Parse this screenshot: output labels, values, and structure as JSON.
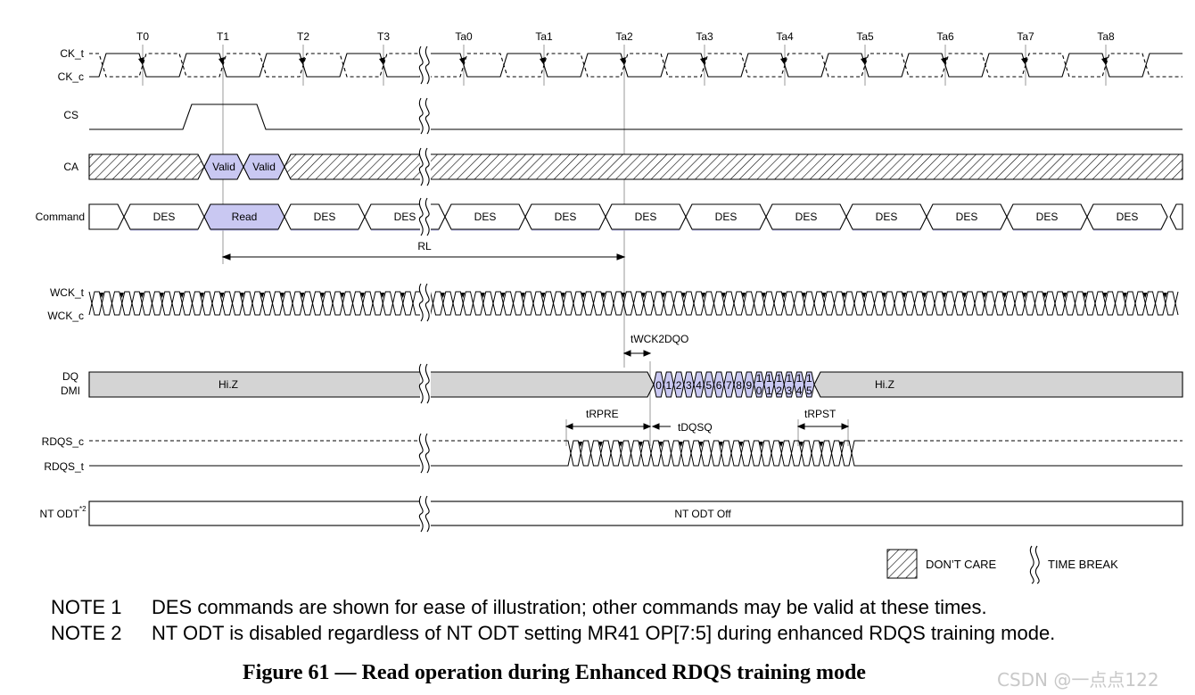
{
  "clock_ticks": [
    "T0",
    "T1",
    "T2",
    "T3",
    "Ta0",
    "Ta1",
    "Ta2",
    "Ta3",
    "Ta4",
    "Ta5",
    "Ta6",
    "Ta7",
    "Ta8"
  ],
  "signals": {
    "ck_t": "CK_t",
    "ck_c": "CK_c",
    "cs": "CS",
    "ca": "CA",
    "command": "Command",
    "wck_t": "WCK_t",
    "wck_c": "WCK_c",
    "dq": "DQ",
    "dmi": "DMI",
    "rdqs_c": "RDQS_c",
    "rdqs_t": "RDQS_t",
    "nt_odt": "NT ODT",
    "nt_odt_sup": "*2"
  },
  "ca_values": [
    "Valid",
    "Valid"
  ],
  "commands": [
    "DES",
    "Read",
    "DES",
    "DES",
    "DES",
    "DES",
    "DES",
    "DES",
    "DES",
    "DES",
    "DES",
    "DES",
    "DES"
  ],
  "timing_labels": {
    "rl": "RL",
    "twck2dqo": "tWCK2DQO",
    "trpre": "tRPRE",
    "tdqsq": "tDQSQ",
    "trpst": "tRPST"
  },
  "dq": {
    "hiz_left": "Hi.Z",
    "hiz_right": "Hi.Z",
    "bits_top": [
      "0",
      "1",
      "2",
      "3",
      "4",
      "5",
      "6",
      "7",
      "8",
      "9",
      "1",
      "1",
      "1",
      "1",
      "1",
      "1"
    ],
    "bits_bottom": [
      "",
      "",
      "",
      "",
      "",
      "",
      "",
      "",
      "",
      "",
      "0",
      "1",
      "2",
      "3",
      "4",
      "5"
    ]
  },
  "nt_odt_state": "NT ODT Off",
  "legend": {
    "dont_care": "DON’T CARE",
    "time_break": "TIME BREAK"
  },
  "notes": [
    {
      "label": "NOTE 1",
      "text": "DES commands are shown for ease of illustration; other commands may be valid at these times."
    },
    {
      "label": "NOTE 2",
      "text": "NT ODT is disabled regardless of NT ODT setting MR41 OP[7:5] during enhanced RDQS training mode."
    }
  ],
  "caption": "Figure 61 — Read operation during Enhanced RDQS training mode",
  "watermark": "CSDN @一点点122",
  "colors": {
    "valid_fill": "#c9c8f2",
    "hiz_fill": "#d4d4d4",
    "wave": "#000000",
    "guide": "#9a9a9a",
    "watermark": "#c8c8c8"
  }
}
